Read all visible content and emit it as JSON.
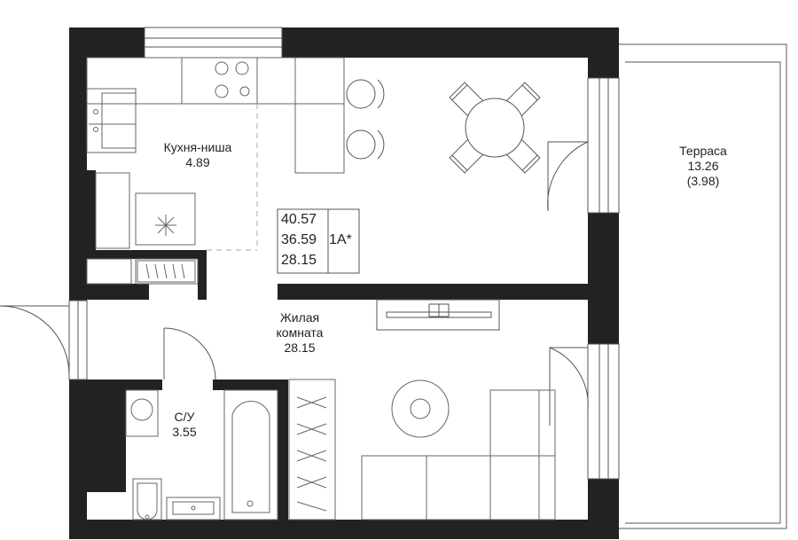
{
  "rooms": {
    "kitchen": {
      "name": "Кухня-ниша",
      "area": "4.89"
    },
    "terrace": {
      "name": "Терраса",
      "area": "13.26",
      "area_reduced": "(3.98)"
    },
    "living": {
      "name_line1": "Жилая",
      "name_line2": "комната",
      "area": "28.15"
    },
    "bathroom": {
      "name": "С/У",
      "area": "3.55"
    }
  },
  "summary": {
    "total_area": "40.57",
    "area_without_terrace": "36.59",
    "living_area": "28.15",
    "apartment_type": "1А*"
  },
  "colors": {
    "wall": "#222222",
    "line": "#555555",
    "light_line": "#999999",
    "background": "#ffffff"
  }
}
